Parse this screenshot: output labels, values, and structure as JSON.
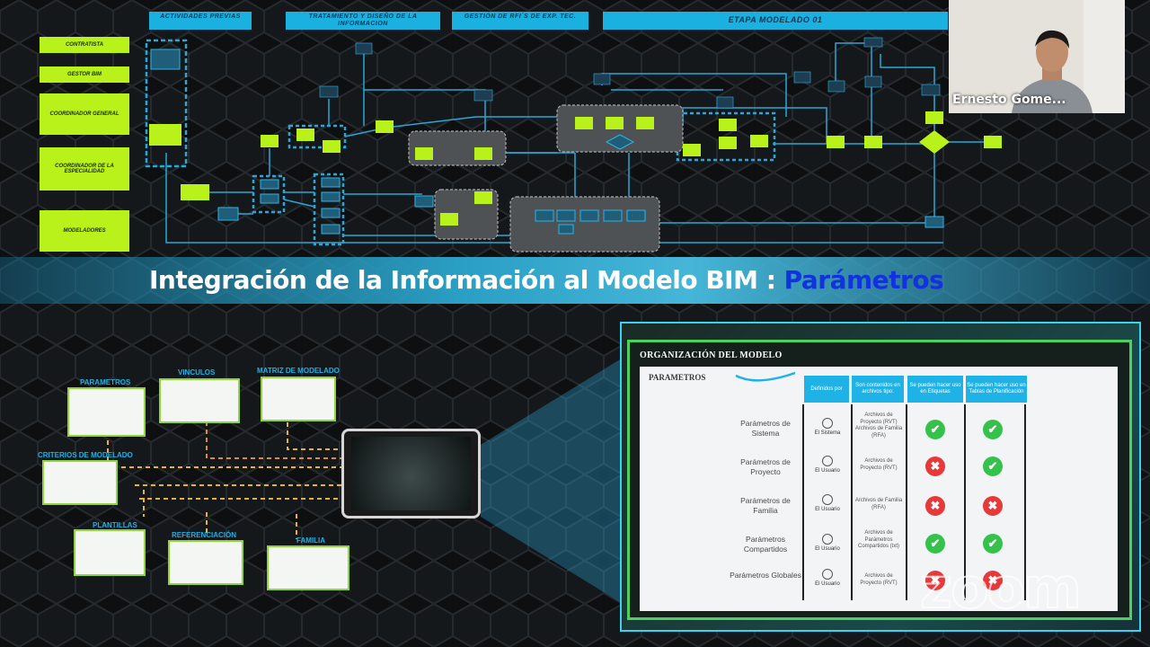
{
  "phases": [
    {
      "label": "ACTIVIDADES PREVIAS"
    },
    {
      "label": "TRATAMIENTO Y DISEÑO DE LA INFORMACION"
    },
    {
      "label": "GESTIÓN DE RFI´S DE EXP. TEC."
    },
    {
      "label": "ETAPA MODELADO 01"
    }
  ],
  "roles": [
    "CONTRATISTA",
    "GESTOR BIM",
    "COORDINADOR GENERAL",
    "COORDINADOR DE LA ESPECIALIDAD",
    "MODELADORES"
  ],
  "banner": {
    "text": "Integración de la Información al Modelo BIM : ",
    "accent": "Parámetros"
  },
  "thumbnails": [
    {
      "label": "PARAMETROS"
    },
    {
      "label": "VINCULOS"
    },
    {
      "label": "MATRIZ DE MODELADO"
    },
    {
      "label": "CRITERIOS DE MODELADO"
    },
    {
      "label": "PLANTILLAS"
    },
    {
      "label": "REFERENCIACIÓN"
    },
    {
      "label": "FAMILIA"
    }
  ],
  "panel": {
    "title": "ORGANIZACIÓN DEL MODELO",
    "subtitle": "PARAMETROS",
    "columns": [
      "Definidos por",
      "Son contenidos en archivos tipo:",
      "Se pueden hacer uso en Etiquetas",
      "Se pueden hacer uso en Tablas de Planificación"
    ],
    "rows": [
      {
        "name": "Parámetros de Sistema",
        "who": "El Sistema",
        "files": "Archivos de Proyecto (RVT) Archivos de Familia (RFA)",
        "tags": "✔",
        "tables": "✔"
      },
      {
        "name": "Parámetros de Proyecto",
        "who": "El Usuario",
        "files": "Archivos de Proyecto (RVT)",
        "tags": "✖",
        "tables": "✔"
      },
      {
        "name": "Parámetros de Familia",
        "who": "El Usuario",
        "files": "Archivos de Familia (RFA)",
        "tags": "✖",
        "tables": "✖"
      },
      {
        "name": "Parámetros Compartidos",
        "who": "El Usuario",
        "files": "Archivos de Parámetros Compartidos (txt)",
        "tags": "✔",
        "tables": "✔"
      },
      {
        "name": "Parámetros Globales",
        "who": "El Usuario",
        "files": "Archivos de Proyecto (RVT)",
        "tags": "✖",
        "tables": "✖"
      }
    ]
  },
  "video": {
    "participant_name": "Ernesto Gome..."
  },
  "watermark": "zoom"
}
